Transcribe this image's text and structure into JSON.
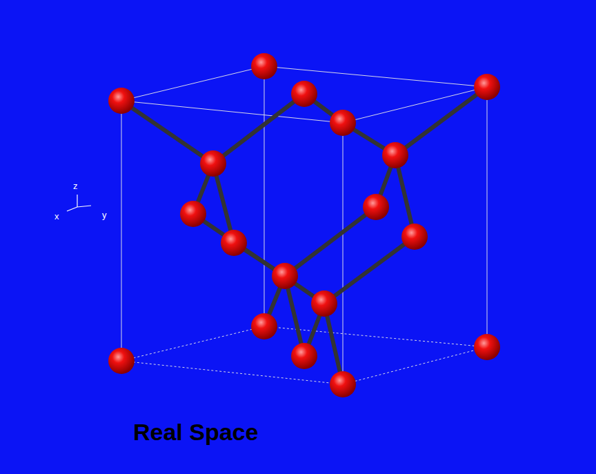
{
  "diagram": {
    "labels": [
      "z",
      "x",
      "y",
      "Real Space"
    ]
  }
}
